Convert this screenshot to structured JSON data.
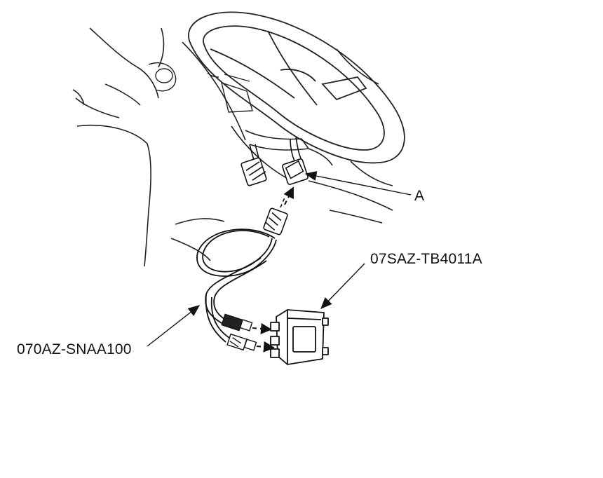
{
  "diagram": {
    "callouts": {
      "connector_a": "A",
      "adapter_box": "07SAZ-TB4011A",
      "harness": "070AZ-SNAA100"
    }
  }
}
